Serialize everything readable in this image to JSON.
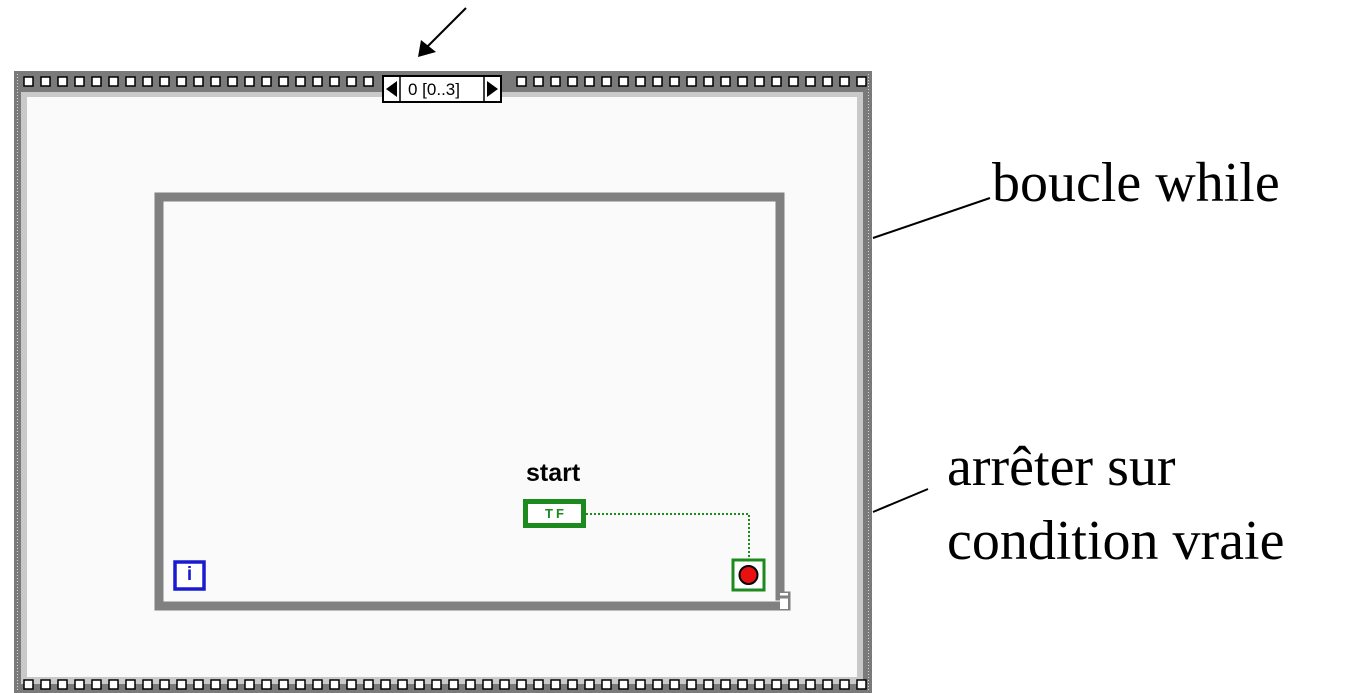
{
  "sequence_structure": {
    "frame_selector_value": "0 [0..3]"
  },
  "while_loop": {
    "iteration_terminal_text": "i",
    "boolean_control": {
      "label": "start",
      "terminal_text": "TF"
    }
  },
  "annotations": {
    "while_loop_label": "boucle while",
    "stop_condition_line1": "arrêter sur",
    "stop_condition_line2": "condition vraie"
  },
  "colors": {
    "frame_border": "#7a7a7a",
    "frame_interior": "#fafafa",
    "loop_border": "#808080",
    "boolean_wire": "#1c8a1c",
    "iteration_terminal": "#1a1ad0",
    "stop_button": "#e81010"
  },
  "icons": {
    "frame_decrement": "left-triangle-arrow",
    "frame_increment": "right-triangle-arrow",
    "stop_terminal": "red-stop-dot"
  }
}
